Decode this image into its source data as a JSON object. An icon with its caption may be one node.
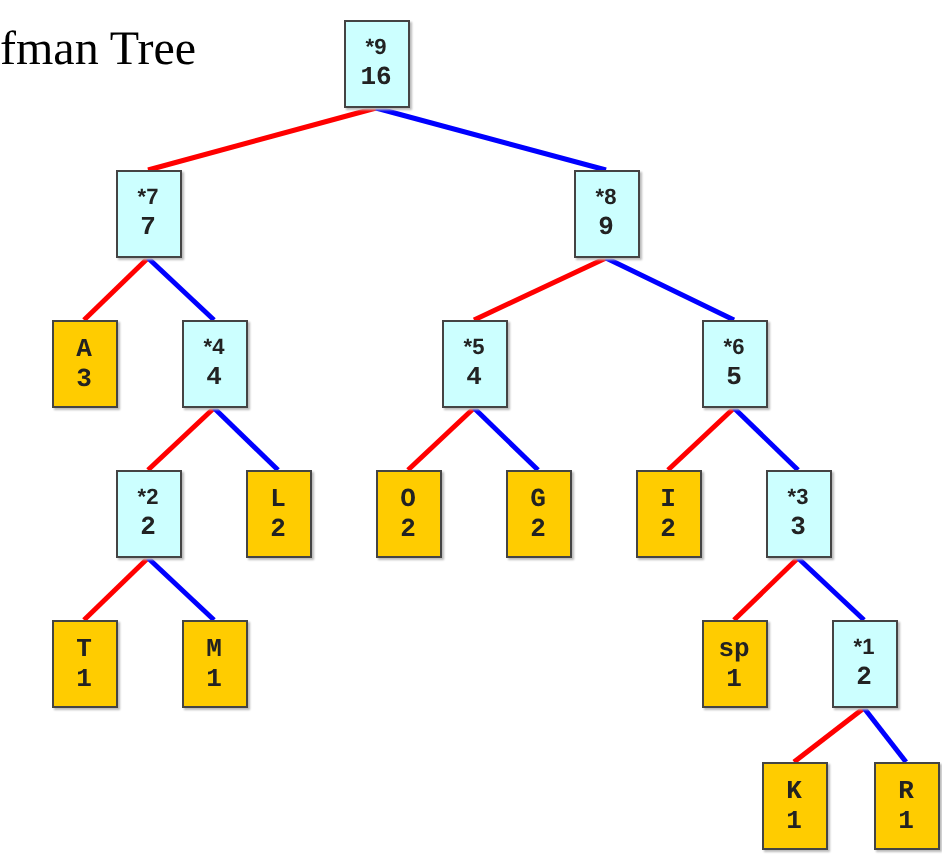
{
  "diagram": {
    "title": "fman Tree",
    "nodes": [
      {
        "text": [
          "*9",
          "16"
        ]
      },
      {
        "text": [
          "*7",
          "7"
        ]
      },
      {
        "text": [
          "*8",
          "9"
        ]
      },
      {
        "text": [
          "A",
          "3"
        ]
      },
      {
        "text": [
          "*4",
          "4"
        ]
      },
      {
        "text": [
          "*5",
          "4"
        ]
      },
      {
        "text": [
          "*6",
          "5"
        ]
      },
      {
        "text": [
          "*2",
          "2"
        ]
      },
      {
        "text": [
          "L",
          "2"
        ]
      },
      {
        "text": [
          "O",
          "2"
        ]
      },
      {
        "text": [
          "G",
          "2"
        ]
      },
      {
        "text": [
          "I",
          "2"
        ]
      },
      {
        "text": [
          "*3",
          "3"
        ]
      },
      {
        "text": [
          "T",
          "1"
        ]
      },
      {
        "text": [
          "M",
          "1"
        ]
      },
      {
        "text": [
          "sp",
          "1"
        ]
      },
      {
        "text": [
          "*1",
          "2"
        ]
      },
      {
        "text": [
          "K",
          "1"
        ]
      },
      {
        "text": [
          "R",
          "1"
        ]
      }
    ],
    "edges": [
      {
        "from": 0,
        "to": 1,
        "arrow": "none",
        "color": "#ff0000"
      },
      {
        "from": 0,
        "to": 2,
        "arrow": "none",
        "color": "#0000ff"
      },
      {
        "from": 1,
        "to": 3,
        "arrow": "none",
        "color": "#ff0000"
      },
      {
        "from": 1,
        "to": 4,
        "arrow": "none",
        "color": "#0000ff"
      },
      {
        "from": 2,
        "to": 5,
        "arrow": "none",
        "color": "#ff0000"
      },
      {
        "from": 2,
        "to": 6,
        "arrow": "none",
        "color": "#0000ff"
      },
      {
        "from": 4,
        "to": 7,
        "arrow": "none",
        "color": "#ff0000"
      },
      {
        "from": 4,
        "to": 8,
        "arrow": "none",
        "color": "#0000ff"
      },
      {
        "from": 5,
        "to": 9,
        "arrow": "none",
        "color": "#ff0000"
      },
      {
        "from": 5,
        "to": 10,
        "arrow": "none",
        "color": "#0000ff"
      },
      {
        "from": 6,
        "to": 11,
        "arrow": "none",
        "color": "#ff0000"
      },
      {
        "from": 6,
        "to": 12,
        "arrow": "none",
        "color": "#0000ff"
      },
      {
        "from": 7,
        "to": 13,
        "arrow": "none",
        "color": "#ff0000"
      },
      {
        "from": 7,
        "to": 14,
        "arrow": "none",
        "color": "#0000ff"
      },
      {
        "from": 12,
        "to": 15,
        "arrow": "none",
        "color": "#ff0000"
      },
      {
        "from": 12,
        "to": 16,
        "arrow": "none",
        "color": "#0000ff"
      },
      {
        "from": 16,
        "to": 17,
        "arrow": "none",
        "color": "#ff0000"
      },
      {
        "from": 16,
        "to": 18,
        "arrow": "none",
        "color": "#0000ff"
      }
    ]
  }
}
